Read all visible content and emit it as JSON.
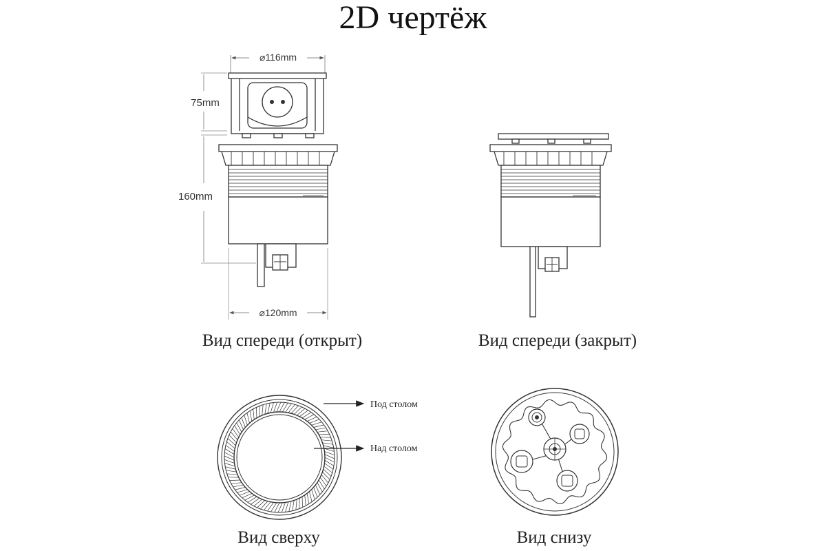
{
  "title": "2D чертёж",
  "dimensions": {
    "top_diameter": "⌀116mm",
    "popup_height": "75mm",
    "body_height": "160mm",
    "bottom_diameter": "⌀120mm"
  },
  "views": {
    "front_open": "Вид спереди (открыт)",
    "front_closed": "Вид спереди (закрыт)",
    "top": "Вид сверху",
    "bottom": "Вид снизу"
  },
  "callouts": {
    "under_table": "Под столом",
    "above_table": "Над столом"
  },
  "colors": {
    "line": "#333333",
    "text": "#222222",
    "background": "#ffffff"
  }
}
